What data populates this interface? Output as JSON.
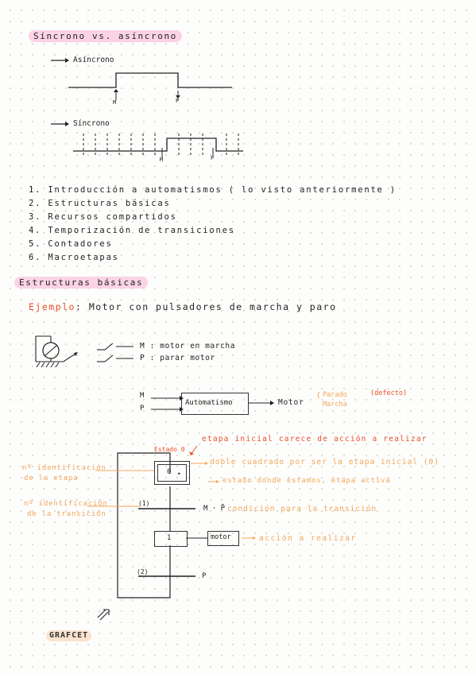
{
  "title_sync": "Síncrono  vs. asíncrono",
  "asincrono": {
    "label": "Asíncrono",
    "m": "M",
    "p": "P"
  },
  "sincrono": {
    "label": "Síncrono",
    "m": "M",
    "p": "P"
  },
  "list": [
    "1. Introducción  a  automatismos  ( lo  visto  anteriormente )",
    "2. Estructuras  básicas",
    "3. Recursos  compartidos",
    "4. Temporización  de  transiciones",
    "5. Contadores",
    "6. Macroetapas"
  ],
  "section_title": "Estructuras   básicas",
  "ejemplo": {
    "label": "Ejemplo",
    "text": ": Motor  con  pulsadores  de  marcha  y  paro"
  },
  "legend": {
    "m": "M : motor en marcha",
    "p": "P : parar motor"
  },
  "block": {
    "m": "M",
    "p": "P",
    "automatismo": "Automatismo",
    "motor": "Motor",
    "parado": "Parado",
    "defecto": "(defecto)",
    "marcha": "Marcha"
  },
  "grafcet": {
    "estado0": "Estado 0",
    "etapa_inicial_note": "etapa inicial carece de acción a realizar",
    "id_etapa_1": "nº identificación",
    "id_etapa_2": "de la etapa",
    "step0": "0",
    "doble_note": "doble cuadrado por ser la etapa inicial (0)",
    "estado_note": "estado donde estamos, etapa activa",
    "id_trans_1": "nº identificación",
    "id_trans_2": "de la transición",
    "t1": "(1)",
    "cond1": "M · P̄",
    "cond_note": "condición para la transición",
    "step1": "1",
    "action": "motor",
    "action_note": "acción a realizar",
    "t2": "(2)",
    "cond2": "P",
    "footer": "GRAFCET"
  }
}
